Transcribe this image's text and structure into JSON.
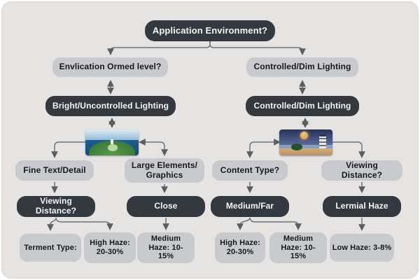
{
  "colors": {
    "canvas": "#e5e4e3",
    "dark-node": "#343940",
    "light-node": "#c9cacd",
    "wire": "#70747a",
    "arrowhead": "#5a5e64"
  },
  "nodes": {
    "root": "Application Environment?",
    "env_level": "Envlication Ormed level?",
    "controlled_dim_top": "Controlled/Dim Lighting",
    "bright_uncontrolled": "Bright/Uncontrolled Lighting",
    "controlled_dim_mid": "Controlled/Dim Lighting",
    "fine_text_detail": "Fine Text/Detail",
    "large_elements_graphics": "Large Elements/\nGraphics",
    "content_type": "Content Type?",
    "viewing_distance_right": "Viewing Distance?",
    "viewing_distance_left": "Viewing Distance?",
    "close": "Close",
    "medium_far": "Medium/Far",
    "lermial_haze": "Lermial Haze",
    "terment_type": "Terment Type:",
    "high_haze_left": "High Haze: 20-30%",
    "medium_haze_left": "Medium Haze: 10-15%",
    "high_haze_right": "High Haze: 20-30%",
    "medium_haze_right": "Medium Haze: 10-15%",
    "low_haze": "Low Haze: 3-8%"
  },
  "images": {
    "left": "daytime-aerial-coastal-headland-lighthouse-photo",
    "right": "night-beach-lighthouse-with-orange-moon-photo"
  }
}
